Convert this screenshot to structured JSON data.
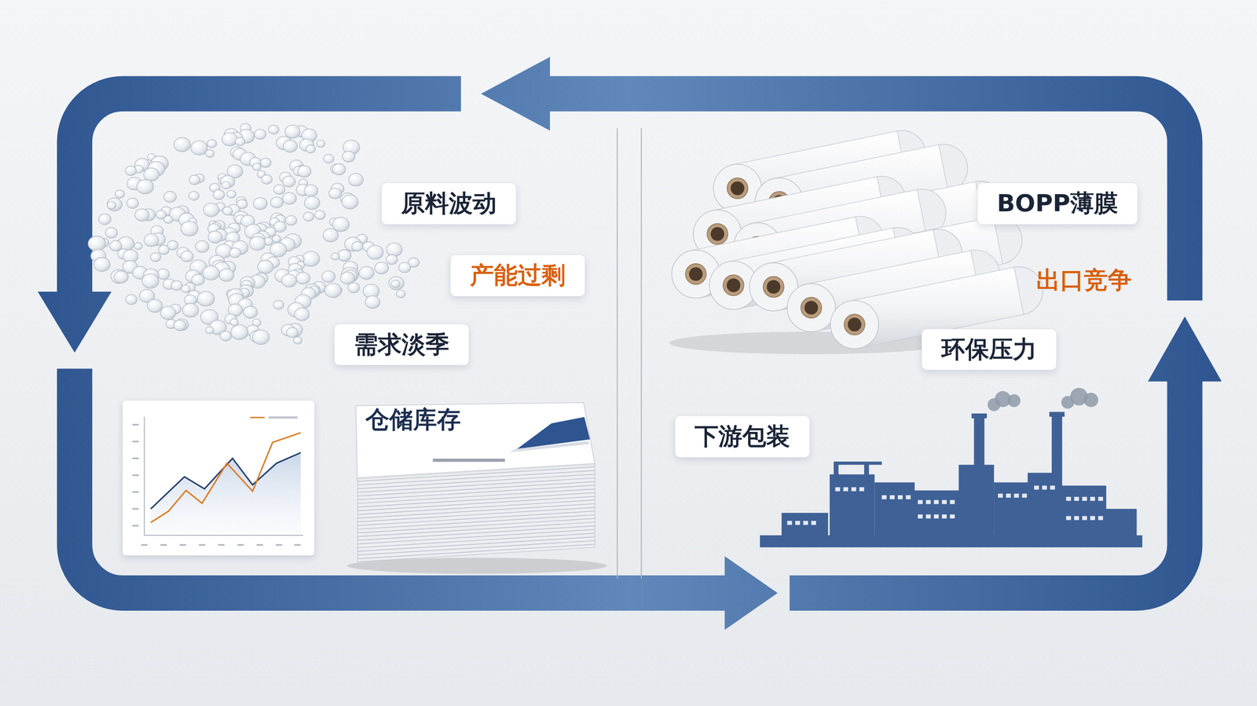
{
  "diagram": {
    "nodes": [
      {
        "text": [
          "原料波动"
        ]
      },
      {
        "text": [
          "产能过剩"
        ]
      },
      {
        "text": [
          "需求淡季"
        ]
      },
      {
        "text": [
          "仓储库存"
        ]
      },
      {
        "text": [
          "BOPP薄膜"
        ]
      },
      {
        "text": [
          "环保压力"
        ]
      },
      {
        "text": [
          "下游包装"
        ]
      }
    ],
    "labels": [
      "出口竞争"
    ]
  }
}
